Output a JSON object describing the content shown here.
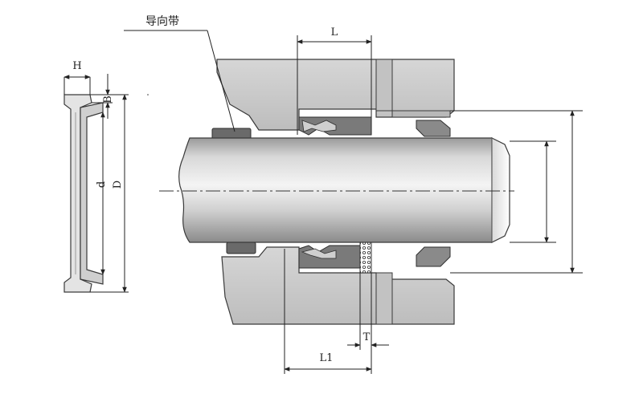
{
  "labels": {
    "guide_band": "导向带",
    "L": "L",
    "L1": "L1",
    "T": "T",
    "H": "H",
    "B": "B",
    "d": "d",
    "D": "D"
  },
  "colors": {
    "housing": "#c8c8c8",
    "housing_dark": "#a9a9a9",
    "seal": "#6e6e6e",
    "rod_light": "#f2f2f2",
    "rod_dark": "#8e8e8e",
    "line": "#222222"
  }
}
